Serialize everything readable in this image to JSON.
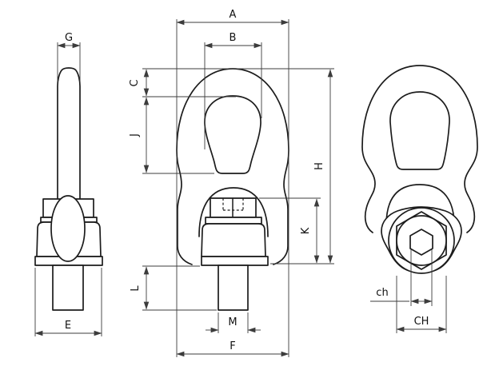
{
  "labels": {
    "A": "A",
    "B": "B",
    "C": "C",
    "J": "J",
    "H": "H",
    "K": "K",
    "L": "L",
    "M": "M",
    "F": "F",
    "G": "G",
    "E": "E",
    "ch": "ch",
    "CH": "CH"
  },
  "colors": {
    "outline": "#1c1c1c",
    "dimension_lines": "#3c3c3c",
    "background": "#ffffff"
  }
}
